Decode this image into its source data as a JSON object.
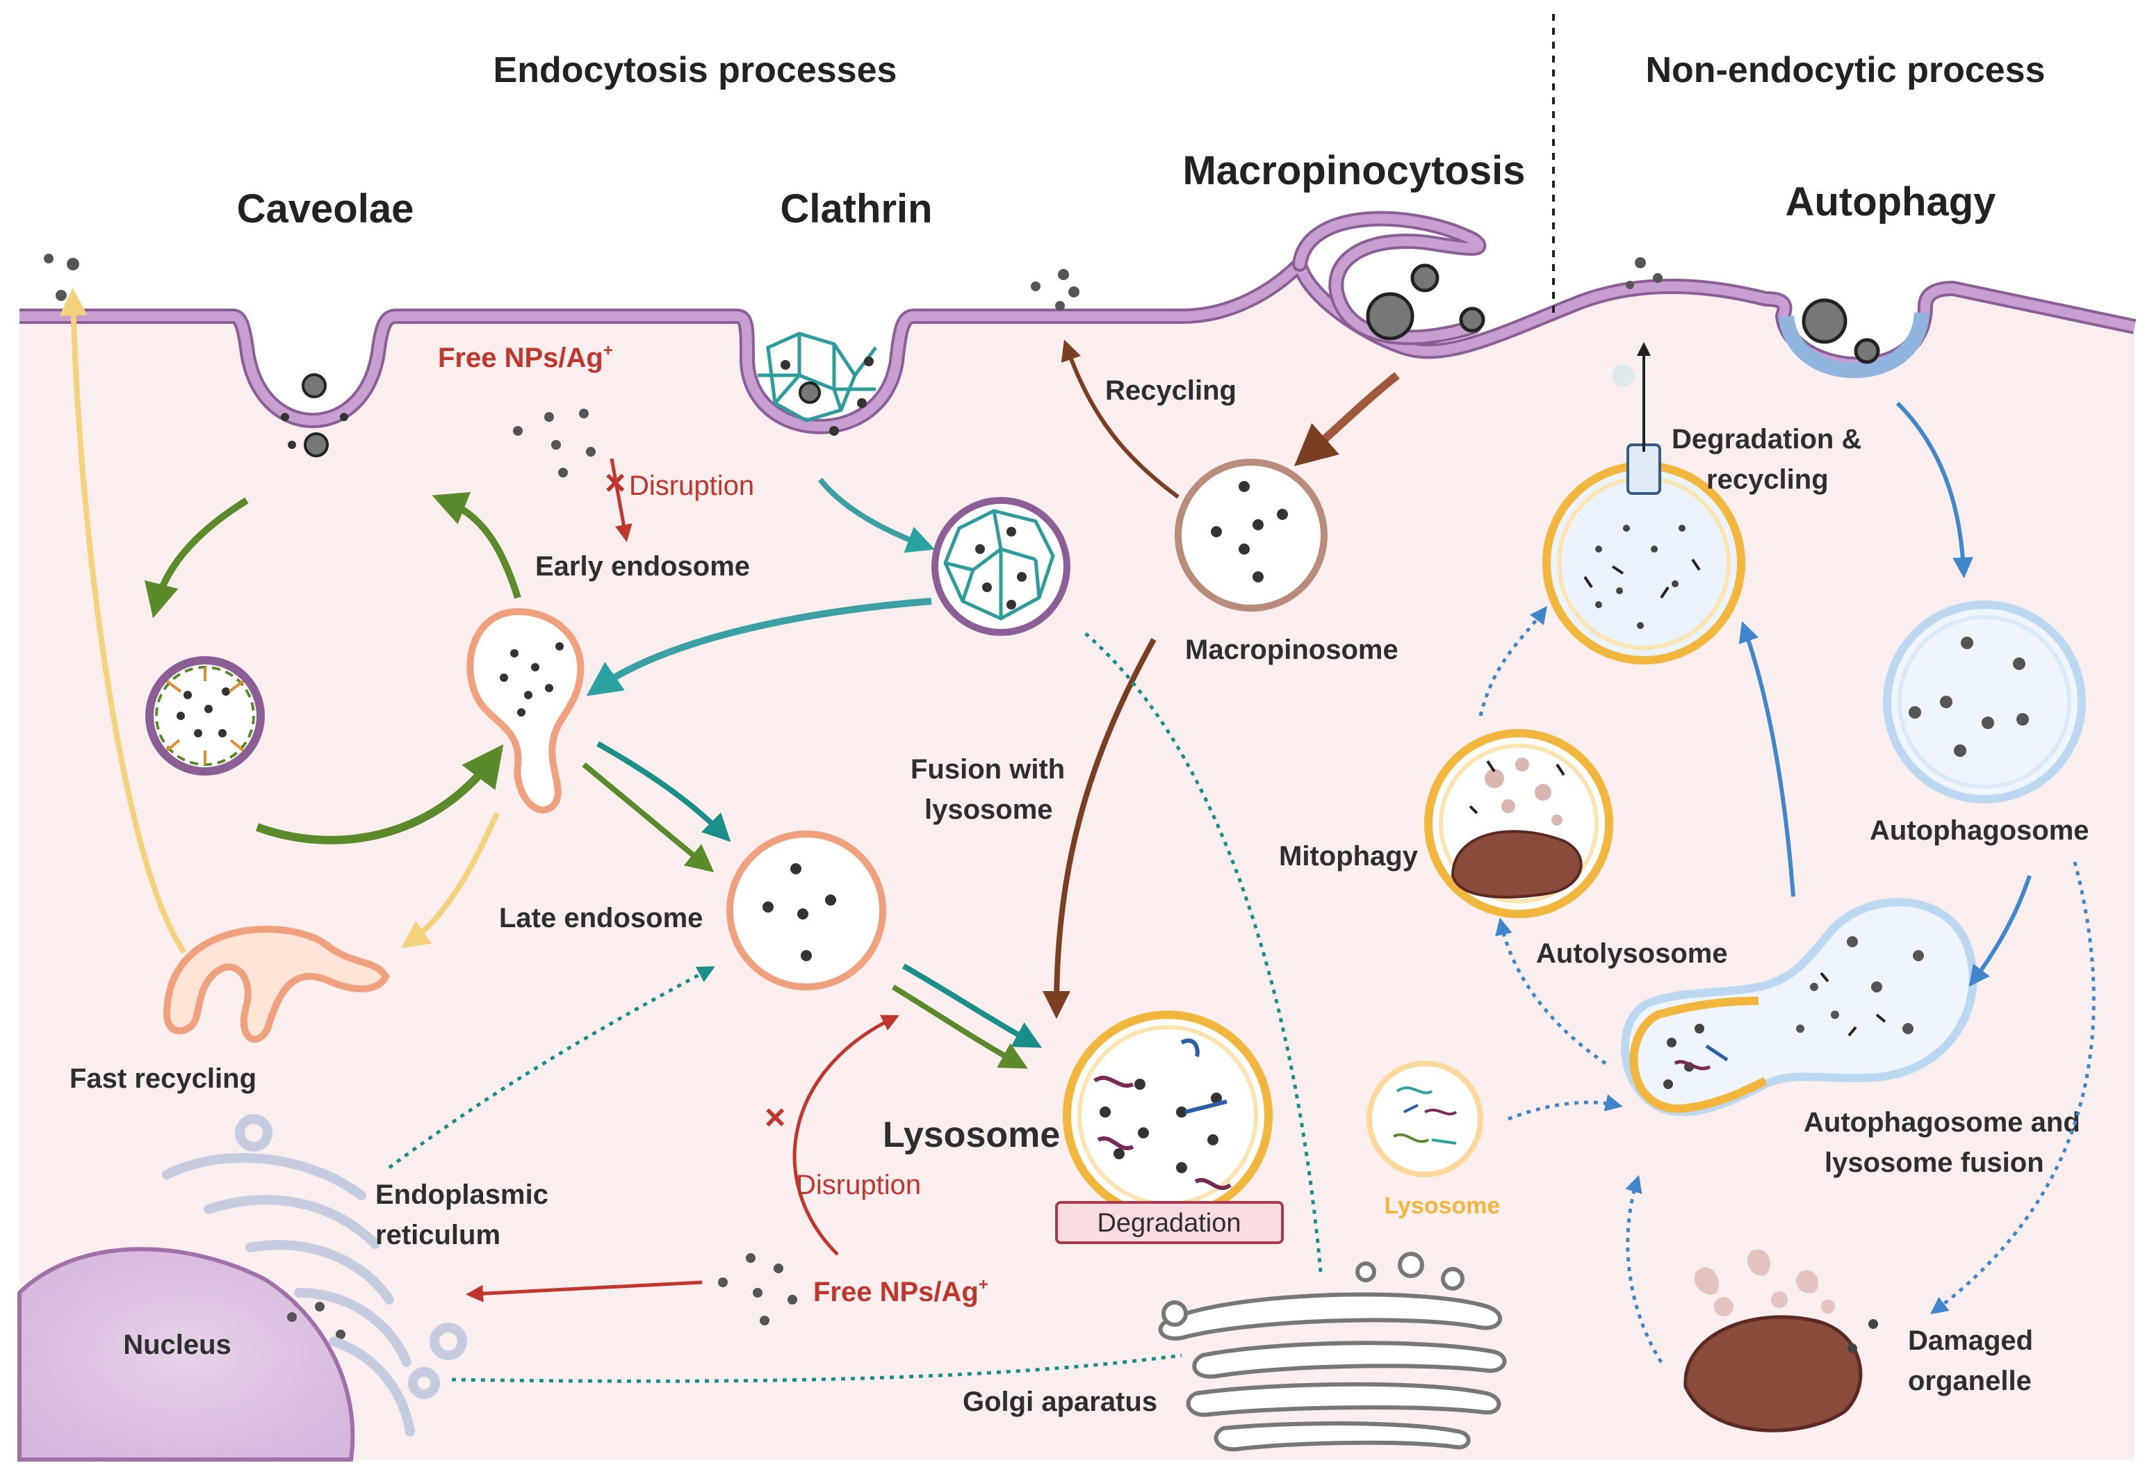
{
  "headers": {
    "endocytosis": "Endocytosis processes",
    "non_endocytic": "Non-endocytic process"
  },
  "sections": {
    "caveolae": "Caveolae",
    "clathrin": "Clathrin",
    "macropinocytosis": "Macropinocytosis",
    "autophagy": "Autophagy"
  },
  "labels": {
    "free_nps_top": "Free NPs/Ag",
    "free_nps_top_sup": "+",
    "disruption_top": "Disruption",
    "early_endosome": "Early endosome",
    "recycling": "Recycling",
    "macropinosome": "Macropinosome",
    "fusion_line1": "Fusion with",
    "fusion_line2": "lysosome",
    "late_endosome": "Late endosome",
    "fast_recycling": "Fast recycling",
    "lysosome_main": "Lysosome",
    "degradation": "Degradation",
    "disruption_bottom": "Disruption",
    "free_nps_bottom": "Free NPs/Ag",
    "free_nps_bottom_sup": "+",
    "er_line1": "Endoplasmic",
    "er_line2": "reticulum",
    "nucleus": "Nucleus",
    "golgi": "Golgi aparatus",
    "degradation_recycling_line1": "Degradation &",
    "degradation_recycling_line2": "recycling",
    "autophagosome": "Autophagosome",
    "mitophagy": "Mitophagy",
    "autolysosome": "Autolysosome",
    "fusion_auto_line1": "Autophagosome and",
    "fusion_auto_line2": "lysosome fusion",
    "lysosome_small": "Lysosome",
    "damaged_line1": "Damaged",
    "damaged_line2": "organelle"
  },
  "colors": {
    "cytoplasm": "#fbeeee",
    "membrane": "#c79fd1",
    "membrane_stroke": "#8b5f96",
    "caveolae_arrow": "#5b8a2b",
    "clathrin_arrow": "#3aa0a4",
    "macro_arrow": "#7a3f22",
    "autophagy_arrow": "#3f86cc",
    "disruption_red": "#c0362c",
    "recycling_yellow": "#f2d27a",
    "lysosome_ring": "#f2b63d",
    "endosome_ring": "#f0a07c",
    "macropinosome_ring": "#b98b7a",
    "clathrin_cage": "#2d9c9a",
    "autophagosome_ring": "#bcd7f0"
  }
}
